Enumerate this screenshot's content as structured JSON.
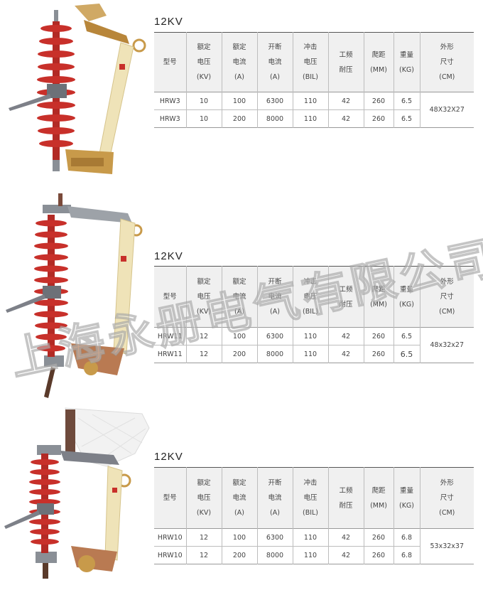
{
  "sections": [
    {
      "title": "12KV",
      "headers": [
        "型号",
        "额定\n电压\n(KV)",
        "额定\n电流\n(A)",
        "开断\n电流\n(A)",
        "冲击\n电压\n(BIL)",
        "工频\n耐压",
        "爬距\n(MM)",
        "重量\n(KG)",
        "外形\n尺寸\n(CM)"
      ],
      "rows": [
        [
          "HRW3",
          "10",
          "100",
          "6300",
          "110",
          "42",
          "260",
          "6.5"
        ],
        [
          "HRW3",
          "10",
          "200",
          "8000",
          "110",
          "42",
          "260",
          "6.5"
        ]
      ],
      "dimension": "48X32X27"
    },
    {
      "title": "12KV",
      "headers": [
        "型号",
        "额定\n电压\n(KV)",
        "额定\n电流\n(A)",
        "开断\n电流\n(A)",
        "冲击\n电压\n(BIL)",
        "工频\n耐压",
        "爬距\n(MM)",
        "重量\n(KG)",
        "外形\n尺寸\n(CM)"
      ],
      "rows": [
        [
          "HRW11",
          "12",
          "100",
          "6300",
          "110",
          "42",
          "260",
          "6.5"
        ],
        [
          "HRW11",
          "12",
          "200",
          "8000",
          "110",
          "42",
          "260",
          "6.5"
        ]
      ],
      "dimension": "48x32x27"
    },
    {
      "title": "12KV",
      "headers": [
        "型号",
        "额定\n电压\n(KV)",
        "额定\n电流\n(A)",
        "开断\n电流\n(A)",
        "冲击\n电压\n(BIL)",
        "工频\n耐压",
        "爬距\n(MM)",
        "重量\n(KG)",
        "外形\n尺寸\n(CM)"
      ],
      "rows": [
        [
          "HRW10",
          "12",
          "100",
          "6300",
          "110",
          "42",
          "260",
          "6.8"
        ],
        [
          "HRW10",
          "12",
          "200",
          "8000",
          "110",
          "42",
          "260",
          "6.8"
        ]
      ],
      "dimension": "53x32x37"
    }
  ],
  "watermark": "上海永册电气有限公司",
  "colors": {
    "insulator": "#c8302a",
    "tube": "#efe3b8",
    "metal": "#8a8f96",
    "brass": "#c89a4a"
  },
  "icons": [
    "fuse-cutout-hrw3-image",
    "fuse-cutout-hrw11-image",
    "fuse-cutout-hrw10-image"
  ]
}
